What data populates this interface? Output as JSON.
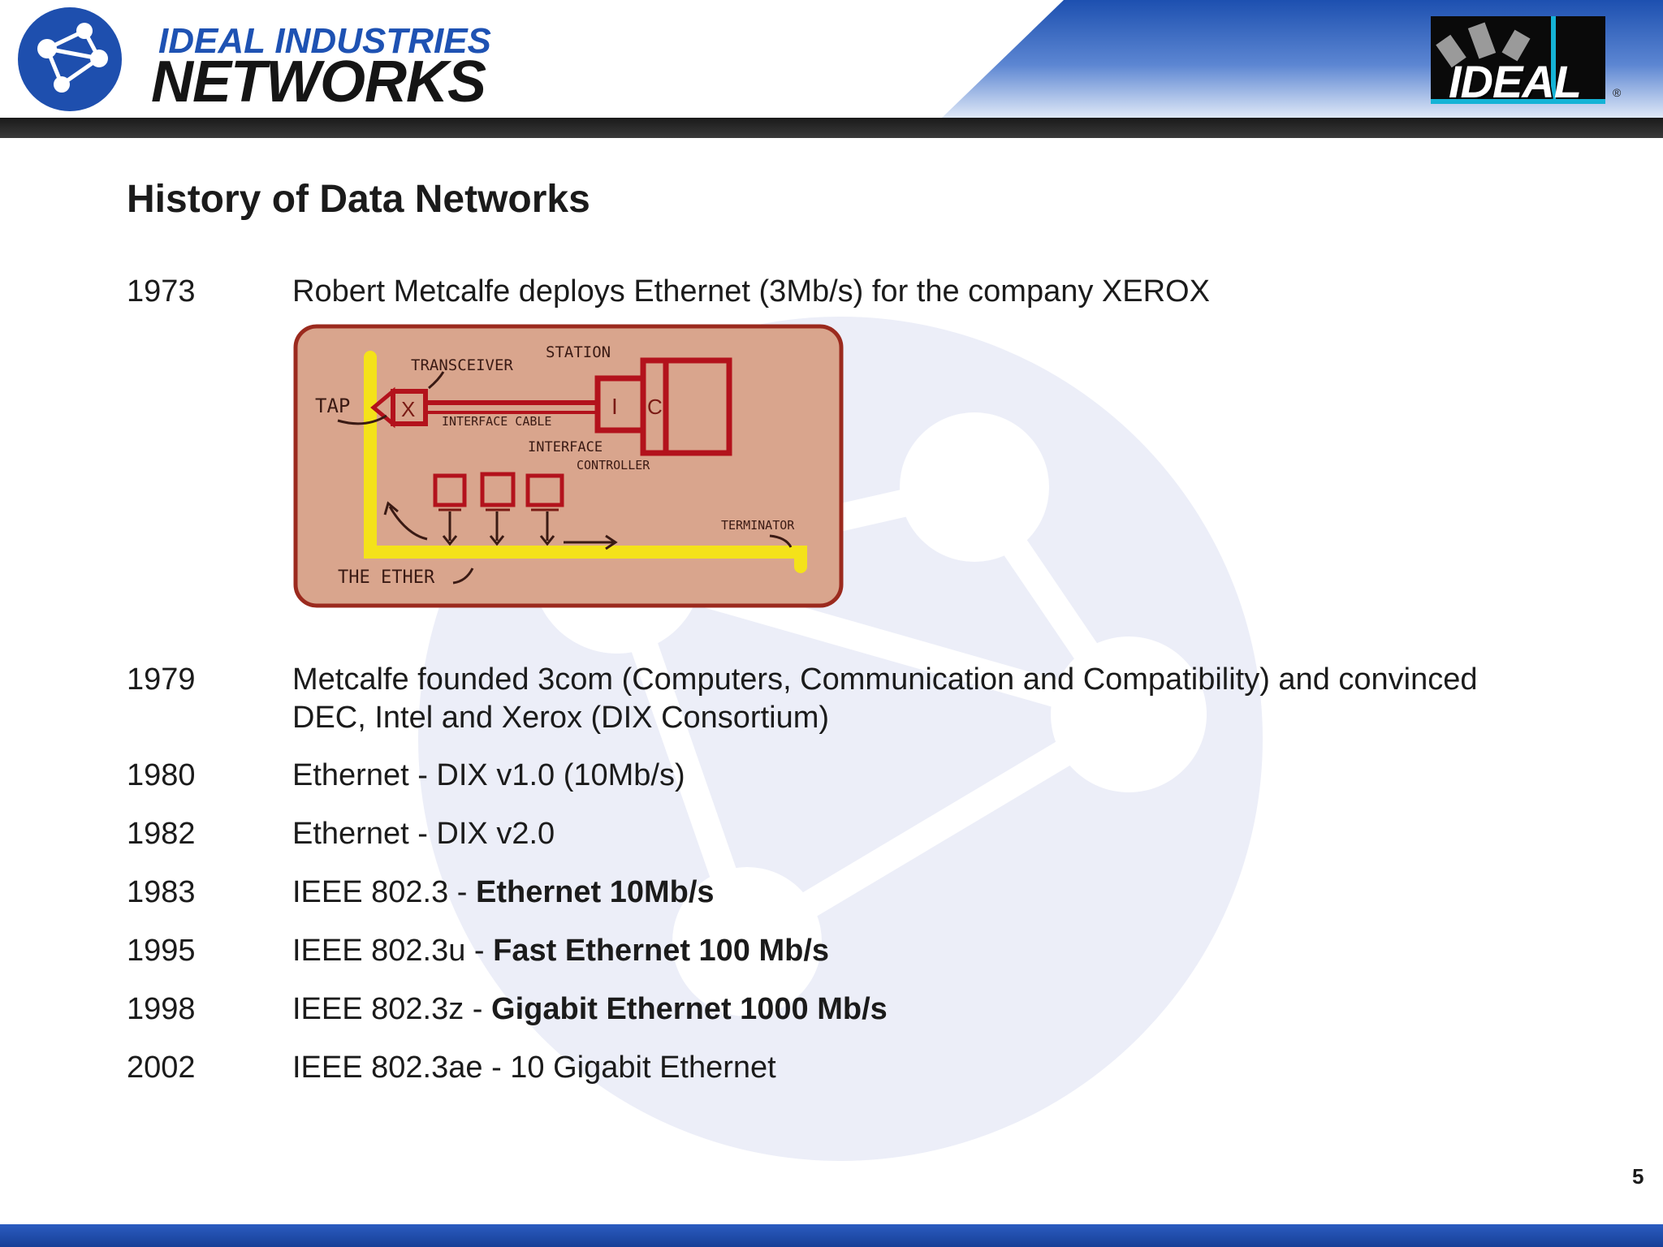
{
  "header": {
    "brand_line1": "IDEAL INDUSTRIES",
    "brand_line2": "NETWORKS",
    "badge_text": "IDEAL",
    "registered_mark": "®"
  },
  "page": {
    "title": "History of Data Networks",
    "page_number": "5"
  },
  "timeline": [
    {
      "year": "1973",
      "parts": [
        {
          "text": "Robert Metcalfe deploys Ethernet (3Mb/s) for the company XEROX",
          "bold": false
        }
      ]
    },
    {
      "year": "1979",
      "parts": [
        {
          "text": "Metcalfe founded 3com (Computers, Communication and Compatibility)  and convinced",
          "bold": false
        }
      ],
      "line2": "DEC, Intel and Xerox (DIX Consortium)"
    },
    {
      "year": "1980",
      "parts": [
        {
          "text": "Ethernet - DIX v1.0 (10Mb/s)",
          "bold": false
        }
      ]
    },
    {
      "year": "1982",
      "parts": [
        {
          "text": "Ethernet - DIX v2.0",
          "bold": false
        }
      ]
    },
    {
      "year": "1983",
      "parts": [
        {
          "text": "IEEE 802.3 - ",
          "bold": false
        },
        {
          "text": "Ethernet 10Mb/s",
          "bold": true
        }
      ]
    },
    {
      "year": "1995",
      "parts": [
        {
          "text": "IEEE 802.3u - ",
          "bold": false
        },
        {
          "text": "Fast Ethernet 100 Mb/s",
          "bold": true
        }
      ]
    },
    {
      "year": "1998",
      "parts": [
        {
          "text": "IEEE 802.3z - ",
          "bold": false
        },
        {
          "text": "Gigabit Ethernet 1000 Mb/s",
          "bold": true
        }
      ]
    },
    {
      "year": "2002",
      "parts": [
        {
          "text": "IEEE 802.3ae - 10 Gigabit Ethernet",
          "bold": false
        }
      ]
    }
  ],
  "diagram": {
    "labels": {
      "tap": "TAP",
      "transceiver": "TRANSCEIVER",
      "station": "STATION",
      "interface_cable": "INTERFACE CABLE",
      "interface_controller_1": "INTERFACE",
      "interface_controller_2": "CONTROLLER",
      "terminator": "TERMINATOR",
      "the_ether": "THE ETHER",
      "x_box": "X",
      "i_box": "I",
      "c_box": "C"
    },
    "colors": {
      "paper": "#d9a58d",
      "ink": "#b3121c",
      "ether": "#f4e21a"
    }
  },
  "colors": {
    "brand_blue": "#1e52b3",
    "footer_blue": "#1f4aa8",
    "watermark": "#e9ebf6"
  }
}
